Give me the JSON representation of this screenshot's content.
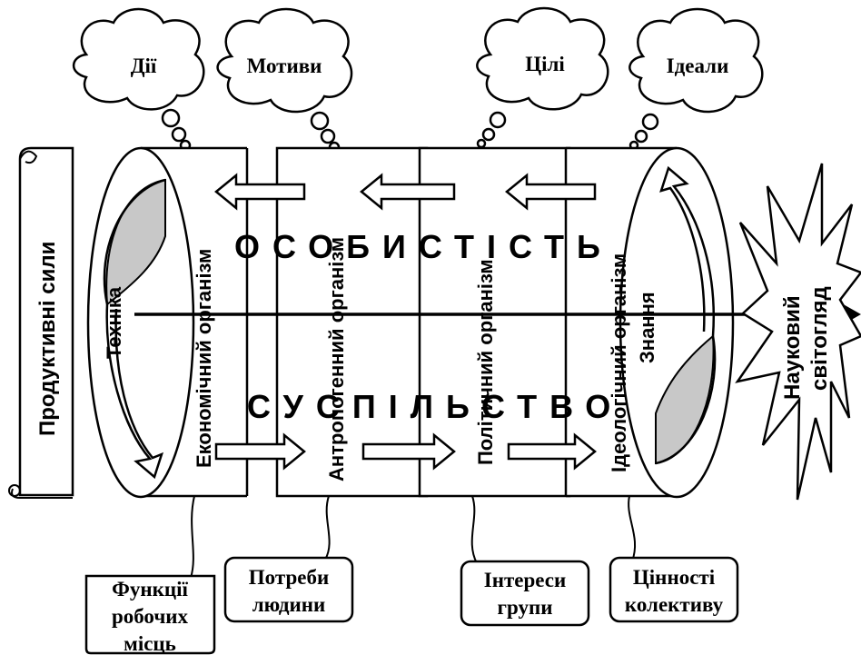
{
  "clouds": {
    "actions": "Дії",
    "motives": "Мотиви",
    "goals": "Цілі",
    "ideals": "Ідеали"
  },
  "scroll_label": "Продуктивні сили",
  "left_cylinder_label": "Техніка",
  "right_cylinder_label": "Знання",
  "organisms": {
    "economic": "Економічний організм",
    "anthropogenic": "Антропогенний організм",
    "political": "Політичний організм",
    "ideological": "Ідеологічний організм"
  },
  "axis_words": {
    "top": "ОСОБИСТІСТЬ",
    "bottom": "СУСПІЛЬСТВО"
  },
  "burst": {
    "line1": "Науковий",
    "line2": "світогляд"
  },
  "boxes": {
    "workplace_line1": "Функції",
    "workplace_line2": "робочих",
    "workplace_line3": "місць",
    "needs_line1": "Потреби",
    "needs_line2": "людини",
    "interests_line1": "Інтереси",
    "interests_line2": "групи",
    "values_line1": "Цінності",
    "values_line2": "колективу"
  },
  "colors": {
    "fill_gray": "#c8c8c8",
    "stroke": "#000000",
    "background": "#ffffff"
  }
}
